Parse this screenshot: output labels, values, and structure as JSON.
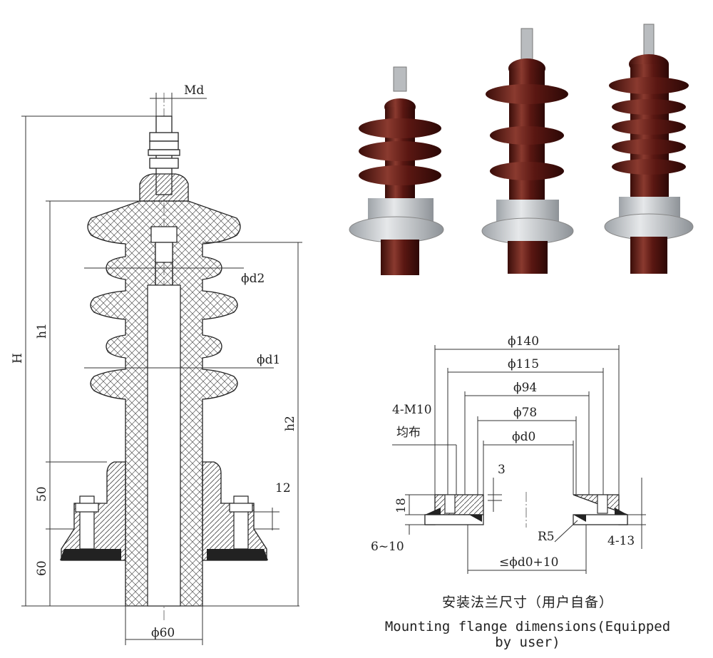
{
  "drawing": {
    "labels": {
      "md": "Md",
      "h_total": "H",
      "h1": "h1",
      "h2": "h2",
      "d2": "ϕd2",
      "d1": "ϕd1",
      "dim50": "50",
      "dim60": "60",
      "dim12": "12",
      "phi60": "ϕ60"
    }
  },
  "flange": {
    "labels": {
      "phi140": "ϕ140",
      "phi115": "ϕ115",
      "phi94": "ϕ94",
      "phi78": "ϕ78",
      "phi_d0": "ϕd0",
      "bolts": "4-M10",
      "bolts_cn": "均布",
      "dim3": "3",
      "dim18": "18",
      "r5": "R5",
      "gap": "6~10",
      "holes": "4-13",
      "le_d0": "≤ϕd0+10"
    }
  },
  "captions": {
    "cn": "安装法兰尺寸（用户自备）",
    "en": "Mounting flange dimensions(Equipped by user)"
  },
  "colors": {
    "porcelain": "#5a1712",
    "porcelain_light": "#8a3a2f",
    "flange_metal": "#c9cdd1"
  }
}
